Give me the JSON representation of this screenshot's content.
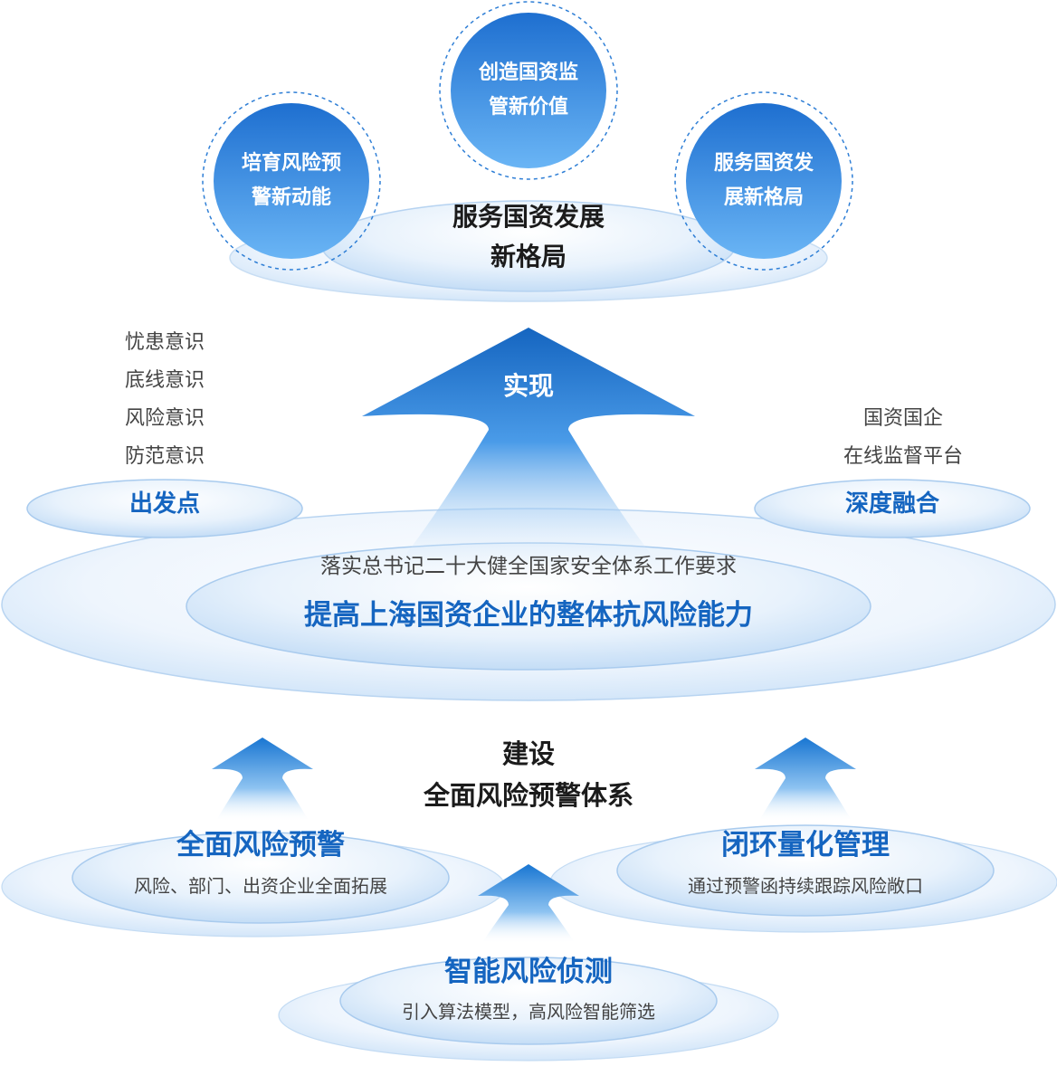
{
  "top": {
    "title_line1": "服务国资发展",
    "title_line2": "新格局",
    "circles": [
      {
        "line1": "培育风险预",
        "line2": "警新动能"
      },
      {
        "line1": "创造国资监",
        "line2": "管新价值"
      },
      {
        "line1": "服务国资发",
        "line2": "展新格局"
      }
    ]
  },
  "arrow_label": "实现",
  "left": {
    "items": [
      "忧患意识",
      "底线意识",
      "风险意识",
      "防范意识"
    ],
    "label": "出发点"
  },
  "right": {
    "items": [
      "国资国企",
      "在线监督平台"
    ],
    "label": "深度融合"
  },
  "center": {
    "subtitle": "落实总书记二十大健全国家安全体系工作要求",
    "title": "提高上海国资企业的整体抗风险能力"
  },
  "build": {
    "line1": "建设",
    "line2": "全面风险预警体系"
  },
  "pillars": {
    "left": {
      "title": "全面风险预警",
      "desc": "风险、部门、出资企业全面拓展"
    },
    "right": {
      "title": "闭环量化管理",
      "desc": "通过预警函持续跟踪风险敞口"
    },
    "bottom": {
      "title": "智能风险侦测",
      "desc": "引入算法模型，高风险智能筛选"
    }
  },
  "colors": {
    "primary_blue": "#1565c0",
    "circle_blue": "#1e88e5",
    "light_blue": "#d6e9fb"
  }
}
